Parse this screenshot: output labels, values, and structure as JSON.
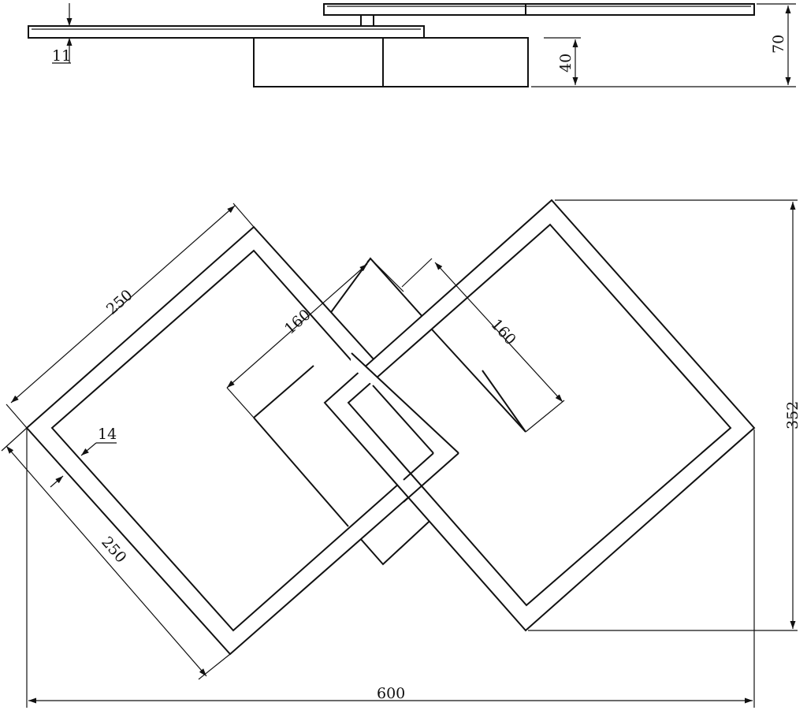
{
  "dimensions": {
    "side_view": {
      "panel_thickness": "11",
      "base_height": "40",
      "total_height": "70"
    },
    "plan_view": {
      "left_frame_side_top": "250",
      "left_frame_side_bottom": "250",
      "center_square_left": "160",
      "center_square_right": "160",
      "frame_width": "14",
      "total_depth": "352",
      "total_width": "600"
    }
  }
}
